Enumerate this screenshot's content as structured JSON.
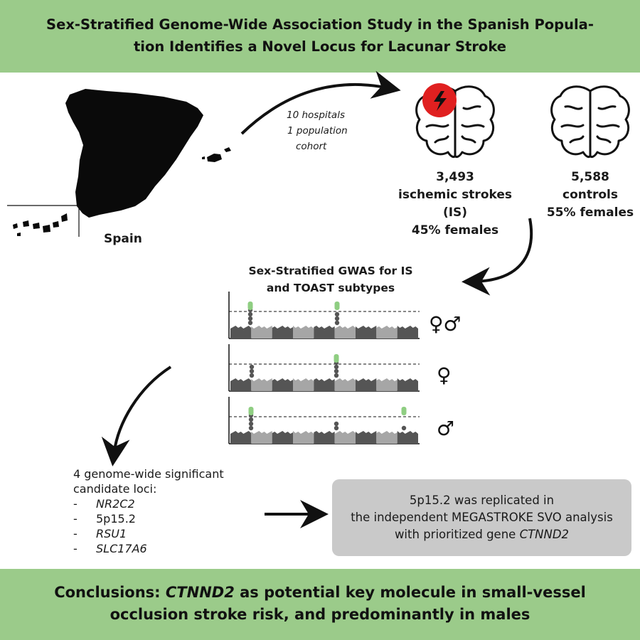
{
  "header": {
    "title_line1": "Sex-Stratified Genome-Wide Association Study in the Spanish Popula-",
    "title_line2": "tion Identifies a Novel Locus for Lacunar Stroke"
  },
  "map": {
    "label": "Spain"
  },
  "sources": {
    "line1": "10 hospitals",
    "line2": "1 population",
    "line3": "cohort"
  },
  "cases": {
    "count": "3,493",
    "label": "ischemic strokes (IS)",
    "females": "45% females"
  },
  "controls": {
    "count": "5,588",
    "label": "controls",
    "females": "55% females"
  },
  "gwas": {
    "title_line1": "Sex-Stratified GWAS for IS",
    "title_line2": "and TOAST subtypes",
    "panels": [
      {
        "symbol": "♀♂",
        "icon": "female-male-icon"
      },
      {
        "symbol": "♀",
        "icon": "female-icon"
      },
      {
        "symbol": "♂",
        "icon": "male-icon"
      }
    ]
  },
  "loci": {
    "heading_line1": "4 genome-wide significant",
    "heading_line2": "candidate loci:",
    "items": [
      {
        "dash": "-",
        "name": "NR2C2"
      },
      {
        "dash": "-",
        "name": "5p15.2"
      },
      {
        "dash": "-",
        "name": "RSU1"
      },
      {
        "dash": "-",
        "name": "SLC17A6"
      }
    ]
  },
  "replication": {
    "line1": "5p15.2 was replicated in",
    "line2": "the independent MEGASTROKE SVO analysis",
    "line3_prefix": "with prioritized gene ",
    "line3_gene": "CTNND2"
  },
  "conclusion": {
    "line1_prefix": "Conclusions: ",
    "line1_gene": "CTNND2",
    "line1_rest": " as potential key molecule in small-vessel",
    "line2": "occlusion stroke risk, and predominantly in males"
  },
  "colors": {
    "band": "#9bcb8a",
    "box": "#c9c9c9",
    "stroke_marker": "#e02020",
    "signal": "#8fce82",
    "dark_chromosome": "#555555",
    "light_chromosome": "#a6a6a6"
  }
}
